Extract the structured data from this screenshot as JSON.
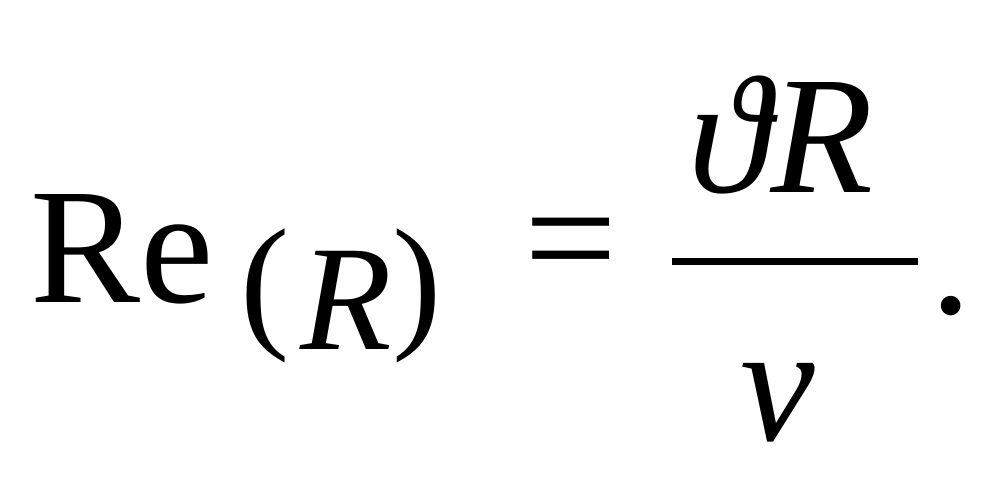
{
  "formula": {
    "lhs_symbol": "Re",
    "open_paren": "(",
    "subscript_variable": "R",
    "close_paren": ")",
    "equals_sign": "=",
    "numerator": "ϑR",
    "denominator": "ν",
    "terminator": "."
  },
  "colors": {
    "text": "#000000",
    "background": "#ffffff"
  }
}
